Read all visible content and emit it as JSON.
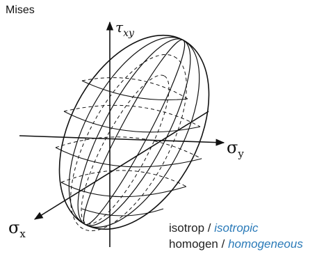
{
  "title": "Mises",
  "axes": {
    "tau": {
      "symbol": "τ",
      "sub": "xy"
    },
    "sigma_y": {
      "symbol": "σ",
      "sub": "y"
    },
    "sigma_x": {
      "symbol": "σ",
      "sub": "x"
    }
  },
  "caption": {
    "line1": {
      "de": "isotrop",
      "sep": " / ",
      "en": "isotropic"
    },
    "line2": {
      "de": "homogen",
      "sep": " / ",
      "en": "homogeneous"
    }
  },
  "colors": {
    "line": "#111111",
    "translation": "#2a7ab8"
  }
}
